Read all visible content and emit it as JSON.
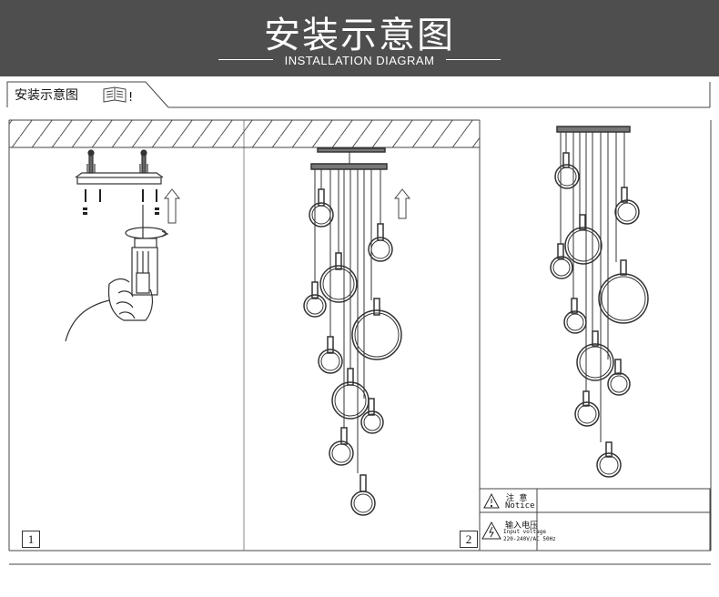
{
  "banner": {
    "title": "安装示意图",
    "subtitle": "INSTALLATION DIAGRAM"
  },
  "section": {
    "label": "安装示意图"
  },
  "panels": {
    "step1_number": "1",
    "step2_number": "2"
  },
  "notice": {
    "notice_cn": "注 意",
    "notice_en": "Notice",
    "voltage_cn": "输入电压",
    "voltage_en": "Input voltage",
    "voltage_value": "220-240V/AC 50Hz"
  },
  "icons": [
    "book-icon",
    "warning-icon",
    "electric-warning-icon",
    "arrow-up-icon",
    "drill-icon"
  ],
  "colors": {
    "banner": "#4e4e4e",
    "line": "#333333"
  }
}
